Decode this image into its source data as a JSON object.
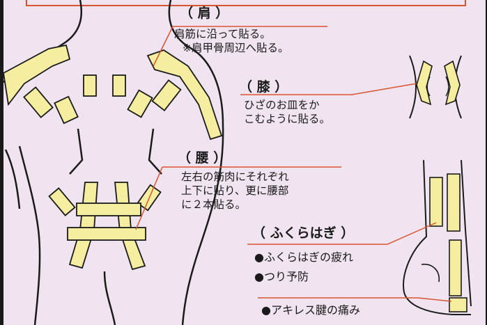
{
  "shoulder": {
    "heading": "（ 肩 ）",
    "lines": [
      "肩筋に沿って貼る。",
      "※肩甲骨周辺へ貼る。"
    ]
  },
  "knee": {
    "heading": "（ 膝 ）",
    "lines": [
      "ひざのお皿をか",
      "こむように貼る。"
    ]
  },
  "waist": {
    "heading": "（ 腰 ）",
    "lines": [
      "左右の筋肉にそれぞれ",
      "上下に貼り、更に腰部",
      "に２本貼る。"
    ]
  },
  "calf": {
    "heading": "（ ふくらはぎ ）",
    "items": [
      "●ふくらはぎの疲れ",
      "●つり予防",
      "●アキレス腱の痛み"
    ]
  },
  "colors": {
    "background": "#efe4f0",
    "tape": "#f5eea0",
    "line": "#d9532e",
    "outline": "#1a1a1a"
  }
}
